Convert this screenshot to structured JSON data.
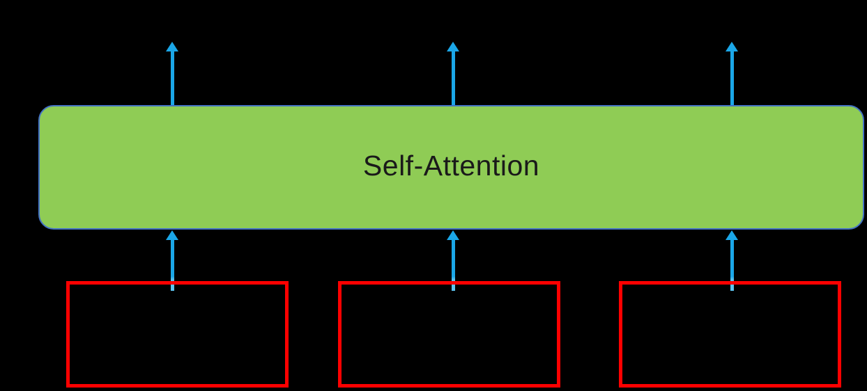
{
  "colors": {
    "background": "#000000",
    "attention_fill": "#8FCC55",
    "attention_border": "#4472C4",
    "arrow": "#1BA7E8",
    "arrow_tail": "#5CC4F0",
    "input_border": "#FE0000",
    "label": "#1A1A1A"
  },
  "diagram": {
    "attention_label": "Self-Attention",
    "input_box_count": 3,
    "input_arrow_count": 3,
    "output_arrow_count": 3
  }
}
